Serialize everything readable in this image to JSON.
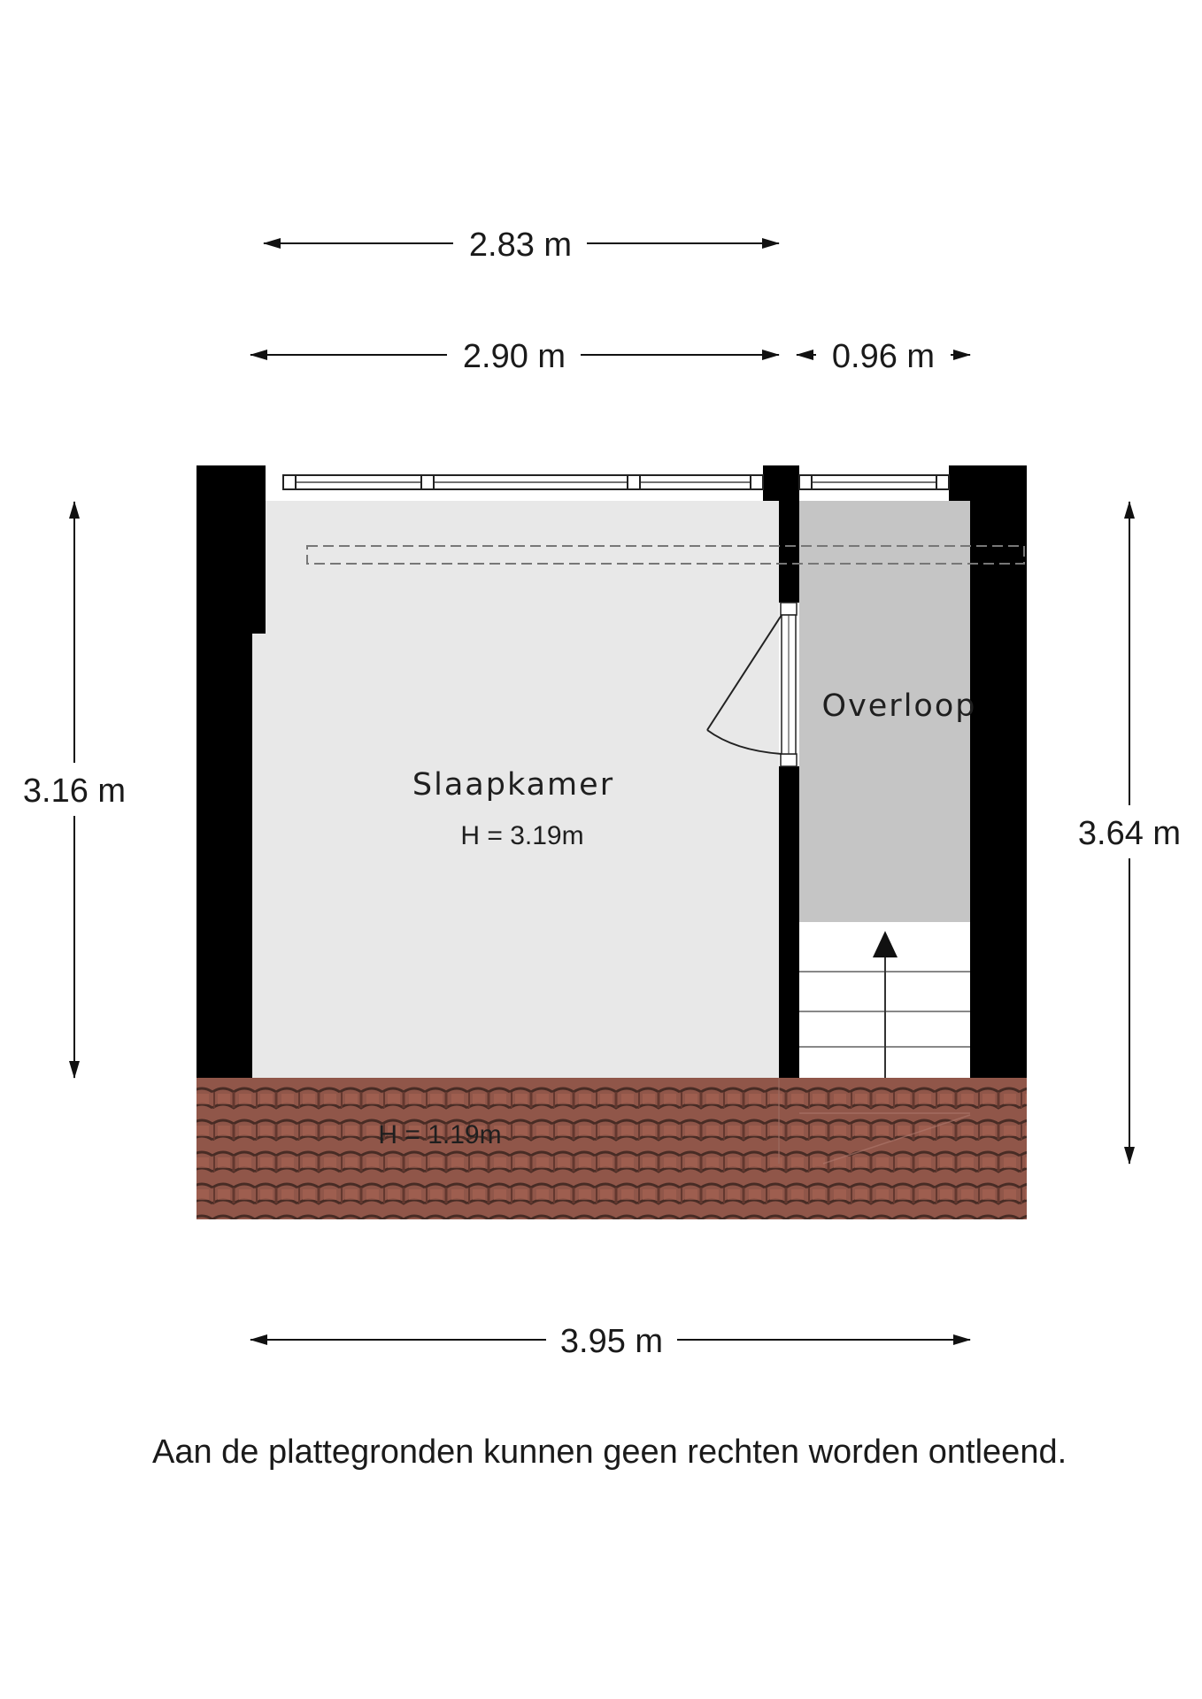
{
  "dimensions": {
    "top_outer": "2.83 m",
    "top_left": "2.90 m",
    "top_right": "0.96 m",
    "left": "3.16 m",
    "right": "3.64 m",
    "bottom": "3.95 m"
  },
  "rooms": {
    "bedroom": {
      "name": "Slaapkamer",
      "height": "H = 3.19m"
    },
    "landing": {
      "name": "Overloop"
    },
    "roof": {
      "height": "H = 1.19m"
    }
  },
  "disclaimer": "Aan de plattegronden kunnen geen rechten worden ontleend.",
  "colors": {
    "wall": "#000000",
    "bedroom_floor": "#e8e8e8",
    "landing_floor": "#c4c4c4",
    "roof_tiles": "#8b4a3c"
  }
}
